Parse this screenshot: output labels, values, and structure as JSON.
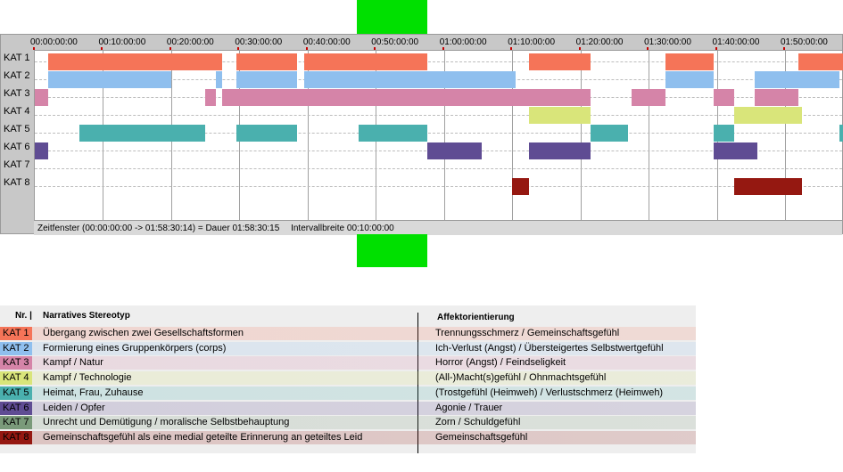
{
  "colors": {
    "kat1": "#f57458",
    "kat2": "#8fbfee",
    "kat3": "#d584a8",
    "kat4": "#d9e57a",
    "kat5": "#4ab0ae",
    "kat6": "#5f4c93",
    "kat7": "#7a9a7a",
    "kat8": "#951811",
    "indicator_green": "#00e000"
  },
  "timeline": {
    "time_axis": {
      "total_minutes": 118.5,
      "tick_labels": [
        "00:00:00:00",
        "00:10:00:00",
        "00:20:00:00",
        "00:30:00:00",
        "00:40:00:00",
        "00:50:00:00",
        "01:00:00:00",
        "01:10:00:00",
        "01:20:00:00",
        "01:30:00:00",
        "01:40:00:00",
        "01:50:00:00"
      ]
    },
    "categories": [
      {
        "label": "KAT 1",
        "color_key": "kat1",
        "segments": [
          [
            2,
            27.5
          ],
          [
            29.5,
            38.5
          ],
          [
            39.5,
            57.5
          ],
          [
            72.5,
            81.5
          ],
          [
            92.5,
            99.5
          ],
          [
            112,
            118.5
          ]
        ]
      },
      {
        "label": "KAT 2",
        "color_key": "kat2",
        "segments": [
          [
            2,
            20
          ],
          [
            26.5,
            27.5
          ],
          [
            29.5,
            38.5
          ],
          [
            39.5,
            70.5
          ],
          [
            92.5,
            99.5
          ],
          [
            105.5,
            118
          ]
        ]
      },
      {
        "label": "KAT 3",
        "color_key": "kat3",
        "segments": [
          [
            0,
            2
          ],
          [
            25,
            26.5
          ],
          [
            27.5,
            81.5
          ],
          [
            87.5,
            92.5
          ],
          [
            99.5,
            102.5
          ],
          [
            105.5,
            112
          ]
        ]
      },
      {
        "label": "KAT 4",
        "color_key": "kat4",
        "segments": [
          [
            72.5,
            81.5
          ],
          [
            102.5,
            112.5
          ]
        ]
      },
      {
        "label": "KAT 5",
        "color_key": "kat5",
        "segments": [
          [
            6.5,
            25
          ],
          [
            29.5,
            38.5
          ],
          [
            47.5,
            57.5
          ],
          [
            81.5,
            87
          ],
          [
            99.5,
            102.5
          ],
          [
            118,
            118.5
          ]
        ]
      },
      {
        "label": "KAT 6",
        "color_key": "kat6",
        "segments": [
          [
            0,
            2
          ],
          [
            57.5,
            65.5
          ],
          [
            72.5,
            81.5
          ],
          [
            99.5,
            106
          ]
        ]
      },
      {
        "label": "KAT 7",
        "color_key": "kat7",
        "segments": []
      },
      {
        "label": "KAT 8",
        "color_key": "kat8",
        "segments": [
          [
            70,
            72.5
          ],
          [
            102.5,
            112.5
          ]
        ]
      }
    ],
    "status_bar": {
      "window": "Zeitfenster (00:00:00:00 -> 01:58:30:14) = Dauer 01:58:30:15",
      "interval": "Intervallbreite 00:10:00:00"
    }
  },
  "legend": {
    "headers": {
      "nr": "Nr. |",
      "stereotype": "Narratives Stereotyp",
      "affect": "Affektorientierung"
    },
    "rows": [
      {
        "kat": "KAT 1",
        "color_key": "kat1",
        "stereotype": "Übergang zwischen zwei Gesellschaftsformen",
        "affect": "Trennungsschmerz / Gemeinschaftsgefühl"
      },
      {
        "kat": "KAT 2",
        "color_key": "kat2",
        "stereotype": "Formierung eines Gruppenkörpers (corps)",
        "affect": "Ich-Verlust (Angst) / Übersteigertes Selbstwertgefühl"
      },
      {
        "kat": "KAT 3",
        "color_key": "kat3",
        "stereotype": "Kampf / Natur",
        "affect": "Horror (Angst) / Feindseligkeit"
      },
      {
        "kat": "KAT 4",
        "color_key": "kat4",
        "stereotype": "Kampf / Technologie",
        "affect": "(All-)Macht(s)gefühl / Ohnmachtsgefühl"
      },
      {
        "kat": "KAT 5",
        "color_key": "kat5",
        "stereotype": "Heimat, Frau, Zuhause",
        "affect": "(Trostgefühl (Heimweh) / Verlustschmerz (Heimweh)"
      },
      {
        "kat": "KAT 6",
        "color_key": "kat6",
        "stereotype": "Leiden / Opfer",
        "affect": "Agonie / Trauer"
      },
      {
        "kat": "KAT 7",
        "color_key": "kat7",
        "stereotype": "Unrecht und Demütigung / moralische Selbstbehauptung",
        "affect": "Zorn / Schuldgefühl"
      },
      {
        "kat": "KAT 8",
        "color_key": "kat8",
        "stereotype": "Gemeinschaftsgefühl als eine medial geteilte Erinnerung an geteiltes Leid",
        "affect": "Gemeinschaftsgefühl"
      }
    ]
  }
}
